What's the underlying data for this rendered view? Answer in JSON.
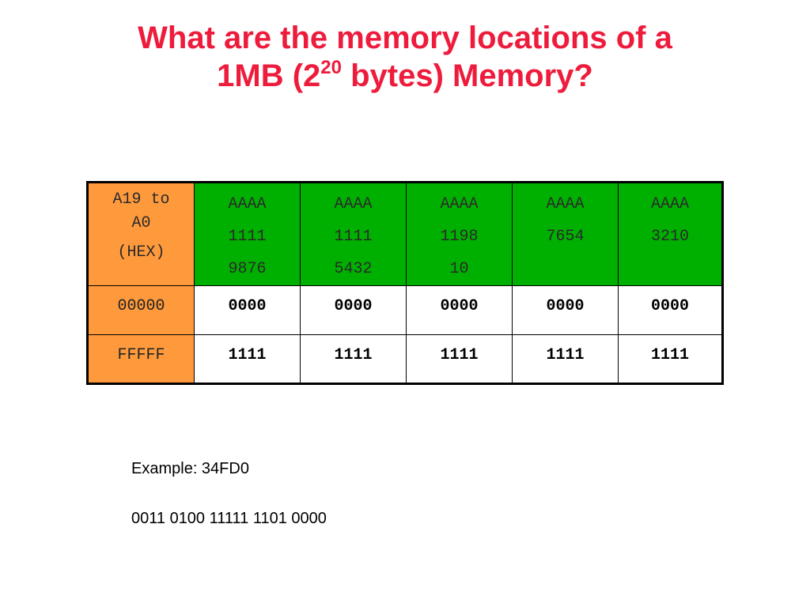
{
  "slide": {
    "title_line1": "What are the memory locations of a",
    "title_line2_pre": "1MB (2",
    "title_sup": "20",
    "title_line2_post": " bytes) Memory?"
  },
  "table": {
    "header_label": [
      "A19 to",
      "A0",
      "(HEX)"
    ],
    "columns": [
      [
        "AAAA",
        "1111",
        "9876"
      ],
      [
        "AAAA",
        "1111",
        "5432"
      ],
      [
        "AAAA",
        "1198",
        "10"
      ],
      [
        "AAAA",
        "7654"
      ],
      [
        "AAAA",
        "3210"
      ]
    ],
    "rows": [
      {
        "address": "00000",
        "values": [
          "0000",
          "0000",
          "0000",
          "0000",
          "0000"
        ]
      },
      {
        "address": "FFFFF",
        "values": [
          "1111",
          "1111",
          "1111",
          "1111",
          "1111"
        ]
      }
    ],
    "colors": {
      "header_label_bg": "#ff9a3c",
      "header_bits_bg": "#00b000",
      "title": "#ee1c3c"
    }
  },
  "example": {
    "label": "Example: 34FD0",
    "binary": "0011 0100 11111 1101 0000"
  }
}
